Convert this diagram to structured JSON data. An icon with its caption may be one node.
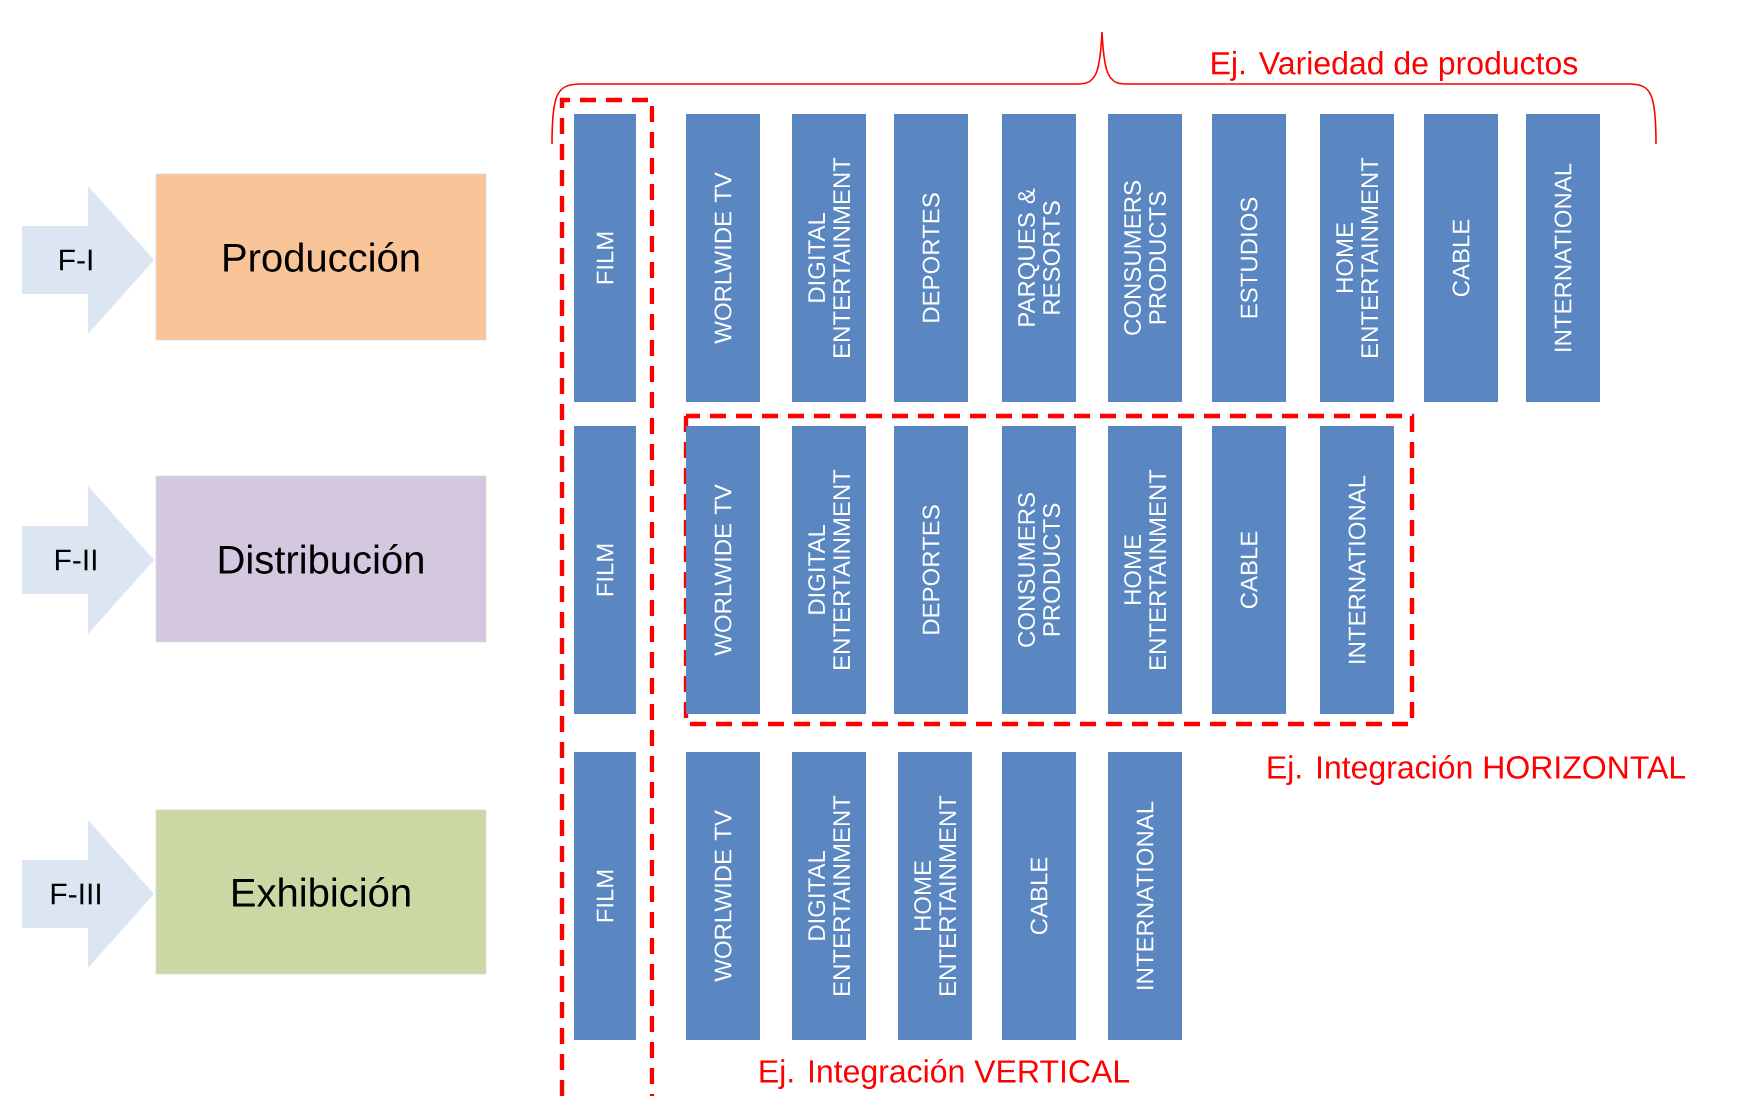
{
  "diagram": {
    "nodes": [
      {
        "text": [
          "F-I"
        ]
      },
      {
        "text": [
          "Producción"
        ]
      },
      {
        "text": [
          "F-II"
        ]
      },
      {
        "text": [
          "Distribución"
        ]
      },
      {
        "text": [
          "F-III"
        ]
      },
      {
        "text": [
          "Exhibición"
        ]
      },
      {
        "text": [
          "FILM"
        ]
      },
      {
        "text": [
          "FILM"
        ]
      },
      {
        "text": [
          "FILM"
        ]
      },
      {
        "text": [
          "WORLWIDE TV"
        ]
      },
      {
        "text": [
          "DIGITAL ENTERTAINMENT"
        ]
      },
      {
        "text": [
          "DEPORTES"
        ]
      },
      {
        "text": [
          "PARQUES & RESORTS"
        ]
      },
      {
        "text": [
          "CONSUMERS PRODUCTS"
        ]
      },
      {
        "text": [
          "ESTUDIOS"
        ]
      },
      {
        "text": [
          "HOME ENTERTAINMENT"
        ]
      },
      {
        "text": [
          "CABLE"
        ]
      },
      {
        "text": [
          "INTERNATIONAL"
        ]
      },
      {
        "text": [
          "WORLWIDE TV"
        ]
      },
      {
        "text": [
          "DIGITAL ENTERTAINMENT"
        ]
      },
      {
        "text": [
          "DEPORTES"
        ]
      },
      {
        "text": [
          "CONSUMERS PRODUCTS"
        ]
      },
      {
        "text": [
          "HOME ENTERTAINMENT"
        ]
      },
      {
        "text": [
          "CABLE"
        ]
      },
      {
        "text": [
          "INTERNATIONAL"
        ]
      },
      {
        "text": [
          "WORLWIDE TV"
        ]
      },
      {
        "text": [
          "DIGITAL ENTERTAINMENT"
        ]
      },
      {
        "text": [
          "HOME ENTERTAINMENT"
        ]
      },
      {
        "text": [
          "CABLE"
        ]
      },
      {
        "text": [
          "INTERNATIONAL"
        ]
      }
    ],
    "labels": [
      "Ej. Variedad de productos",
      "Ej. Integración HORIZONTAL",
      "Ej. Integración VERTICAL"
    ]
  }
}
